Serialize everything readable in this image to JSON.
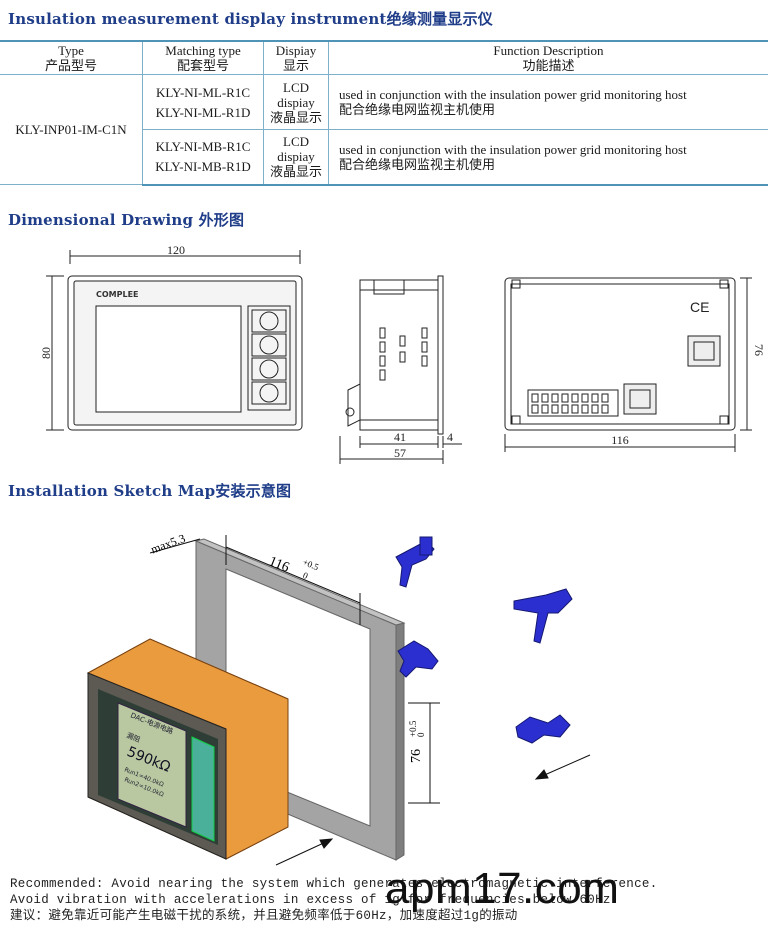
{
  "section1": {
    "title": "Insulation measurement display instrument绝缘测量显示仪"
  },
  "table": {
    "headers": {
      "type_en": "Type",
      "type_cn": "产品型号",
      "match_en": "Matching type",
      "match_cn": "配套型号",
      "display_en": "Dispiay",
      "display_cn": "显示",
      "func_en": "Function Description",
      "func_cn": "功能描述"
    },
    "model": "KLY-INP01-IM-C1N",
    "rows": [
      {
        "m1": "KLY-NI-ML-R1C",
        "m2": "KLY-NI-ML-R1D",
        "d1": "LCD",
        "d2": "dispiay",
        "d3": "液晶显示",
        "f_en": "used in conjunction with the insulation power grid monitoring host",
        "f_cn": "配合绝缘电网监视主机使用"
      },
      {
        "m1": "KLY-NI-MB-R1C",
        "m2": "KLY-NI-MB-R1D",
        "d1": "LCD",
        "d2": "dispiay",
        "d3": "液晶显示",
        "f_en": "used in conjunction with the insulation power grid monitoring host",
        "f_cn": "配合绝缘电网监视主机使用"
      }
    ]
  },
  "section2": {
    "title": "Dimensional Drawing 外形图"
  },
  "drawing": {
    "width_front": "120",
    "height_front": "80",
    "brand": "COMPLEE",
    "depth_41": "41",
    "depth_4": "4",
    "depth_57": "57",
    "width_back": "116",
    "height_back": "76",
    "ce_mark": "CE"
  },
  "section3": {
    "title": "Installation Sketch Map安装示意图"
  },
  "sketch": {
    "max": "max5.3",
    "cut_w": "116",
    "cut_h": "76",
    "tol_up": "+0.5",
    "tol_low": "0",
    "screen_title": "DAC-电源电路",
    "screen_sub": "漏阻",
    "screen_value": "590kΩ",
    "screen_line1": "Run1=40.0kΩ",
    "screen_line2": "Run2=10.0kΩ"
  },
  "notes": {
    "line1": "Recommended: Avoid nearing the system which generates electromagnetic interference.",
    "line2": "Avoid vibration with accelerations in excess of 1g for frequencies below 60Hz.",
    "line3": "建议：避免靠近可能产生电磁干扰的系统，并且避免频率低于60Hz，加速度超过1g的振动"
  },
  "watermark": "apm17.com",
  "colors": {
    "heading": "#1f3d88",
    "rule": "#4f93b6",
    "orange": "#e0892a",
    "clip": "#2b2fd0",
    "frame": "#9c9c9c"
  }
}
